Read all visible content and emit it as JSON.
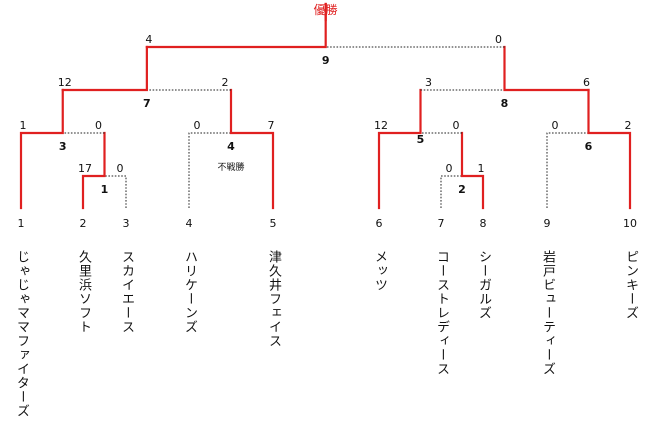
{
  "title": "優勝",
  "colors": {
    "win": "#e02020",
    "lose": "#222222"
  },
  "teams": [
    {
      "seed": "1",
      "name": "じゃじゃママファイターズ"
    },
    {
      "seed": "2",
      "name": "久里浜ソフト"
    },
    {
      "seed": "3",
      "name": "スカイエース"
    },
    {
      "seed": "4",
      "name": "ハリケーンズ"
    },
    {
      "seed": "5",
      "name": "津久井フェイス"
    },
    {
      "seed": "6",
      "name": "メッツ"
    },
    {
      "seed": "7",
      "name": "コーストレディース"
    },
    {
      "seed": "8",
      "name": "シーガルズ"
    },
    {
      "seed": "9",
      "name": "岩戸ビューティーズ"
    },
    {
      "seed": "10",
      "name": "ピンキーズ"
    }
  ],
  "matches": [
    {
      "id": "1",
      "home": "2",
      "away": "3",
      "home_score": "17",
      "away_score": "0",
      "winner": "home"
    },
    {
      "id": "2",
      "home": "7",
      "away": "8",
      "home_score": "0",
      "away_score": "1",
      "winner": "away"
    },
    {
      "id": "3",
      "home": "1",
      "away": "M1",
      "home_score": "1",
      "away_score": "0",
      "winner": "home"
    },
    {
      "id": "4",
      "home": "4",
      "away": "5",
      "home_score": "0",
      "away_score": "7",
      "winner": "away",
      "note": "不戦勝"
    },
    {
      "id": "5",
      "home": "6",
      "away": "M2",
      "home_score": "12",
      "away_score": "0",
      "winner": "home"
    },
    {
      "id": "6",
      "home": "9",
      "away": "10",
      "home_score": "0",
      "away_score": "2",
      "winner": "away"
    },
    {
      "id": "7",
      "home": "M3",
      "away": "M4",
      "home_score": "12",
      "away_score": "2",
      "winner": "home"
    },
    {
      "id": "8",
      "home": "M5",
      "away": "M6",
      "home_score": "3",
      "away_score": "6",
      "winner": "away"
    },
    {
      "id": "9",
      "home": "M7",
      "away": "M8",
      "home_score": "4",
      "away_score": "0",
      "winner": "home"
    }
  ]
}
